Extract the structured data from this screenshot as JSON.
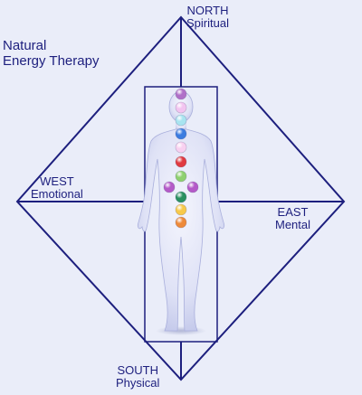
{
  "title": {
    "line1": "Natural",
    "line2": "Energy Therapy"
  },
  "directions": {
    "north": {
      "name": "NORTH",
      "aspect": "Spiritual"
    },
    "west": {
      "name": "WEST",
      "aspect": "Emotional"
    },
    "east": {
      "name": "EAST",
      "aspect": "Mental"
    },
    "south": {
      "name": "SOUTH",
      "aspect": "Physical"
    }
  },
  "colors": {
    "lines": "#1d1f7e",
    "text": "#1d1f7e",
    "background": "#eaedf9",
    "body": "#d8dcf4"
  },
  "chakras": [
    {
      "name": "crown-chakra",
      "color": "#b070c8"
    },
    {
      "name": "third-eye-chakra",
      "color": "#f2c4f0"
    },
    {
      "name": "throat-upper-chakra",
      "color": "#a8e4f0"
    },
    {
      "name": "throat-chakra",
      "color": "#3c7ce0"
    },
    {
      "name": "heart-upper-chakra",
      "color": "#f8d0f0"
    },
    {
      "name": "heart-chakra",
      "color": "#e03a40"
    },
    {
      "name": "solar-plexus-chakra",
      "color": "#8ed070"
    },
    {
      "name": "left-palm-chakra",
      "color": "#b45ac8"
    },
    {
      "name": "right-palm-chakra",
      "color": "#b45ac8"
    },
    {
      "name": "sacral-upper-chakra",
      "color": "#2a9060"
    },
    {
      "name": "sacral-chakra",
      "color": "#f7c94a"
    },
    {
      "name": "root-chakra",
      "color": "#ee8a3a"
    }
  ]
}
